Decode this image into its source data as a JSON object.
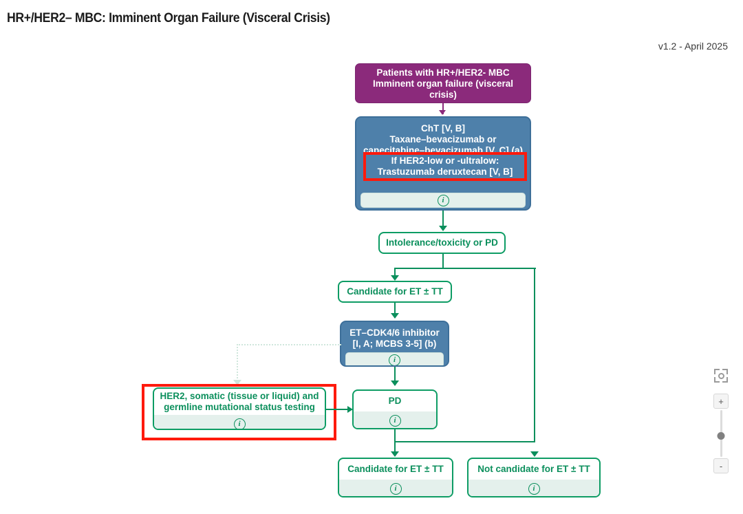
{
  "header": {
    "title": "HR+/HER2– MBC: Imminent Organ Failure (Visceral Crisis)",
    "version": "v1.2 - April 2025"
  },
  "colors": {
    "purple": "#8b2a7b",
    "blue": "#4e80aa",
    "green": "#0d9c64",
    "green_text": "#0b8f5c",
    "highlight_red": "#fe1a0d",
    "info_bar": "#e4f0ec"
  },
  "nodes": {
    "start": {
      "line1": "Patients with HR+/HER2- MBC",
      "line2": "Imminent organ failure (visceral crisis)"
    },
    "cht": {
      "line1": "ChT [V, B]",
      "line2": "Taxane–bevacizumab or",
      "line3": "capecitabine–bevacizumab [V, C] (a)",
      "info": "i"
    },
    "her2_low_highlight": {
      "line1": "If HER2-low or -ultralow:",
      "line2": "Trastuzumab deruxtecan [V, B]"
    },
    "intolerance": {
      "label": "Intolerance/toxicity or PD"
    },
    "candidate_et_1": {
      "label": "Candidate for ET ± TT"
    },
    "et_cdk46": {
      "line1": "ET–CDK4/6 inhibitor",
      "line2": "[I, A; MCBS 3-5] (b)",
      "info": "i"
    },
    "her2_testing": {
      "line1": "HER2, somatic (tissue or liquid) and",
      "line2": "germline mutational status testing",
      "info": "i"
    },
    "pd": {
      "label": "PD",
      "info": "i"
    },
    "candidate_et_2": {
      "label": "Candidate for ET ± TT",
      "info": "i"
    },
    "not_candidate_et": {
      "label": "Not candidate for ET ± TT",
      "info": "i"
    }
  },
  "zoom_controls": {
    "fit_icon": "fit-to-screen-icon",
    "zoom_in": "+",
    "zoom_out": "-"
  }
}
